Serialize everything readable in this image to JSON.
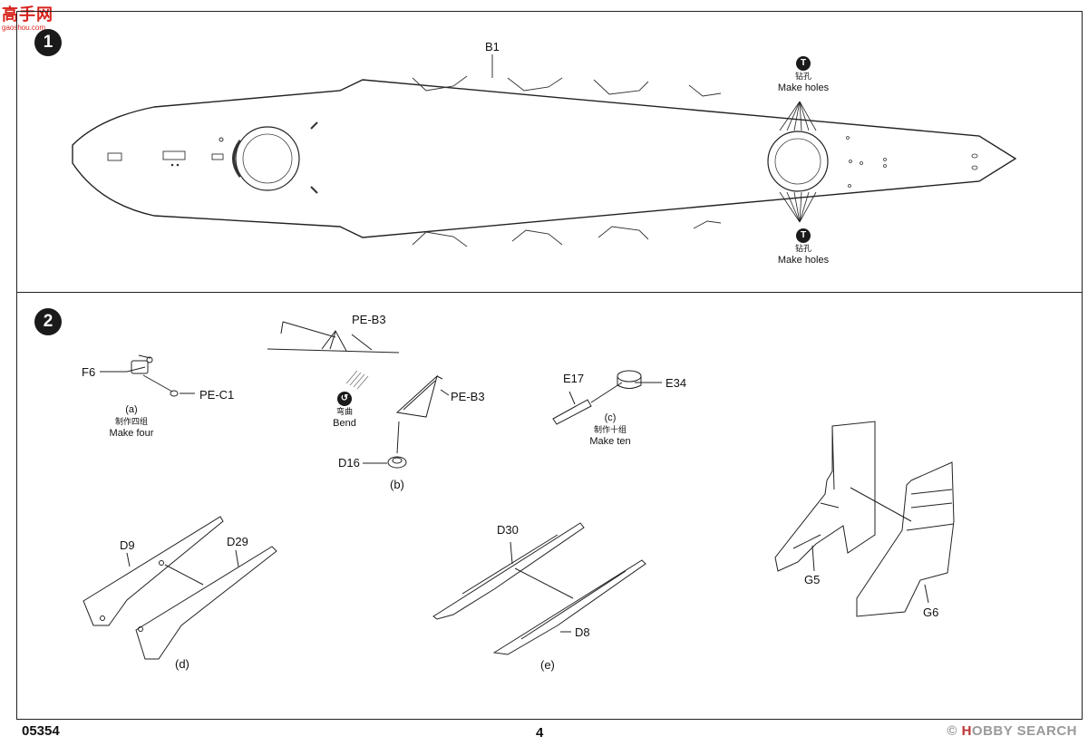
{
  "site_logo": {
    "text": "高手网",
    "url": "gaoshou.com"
  },
  "step1": {
    "number": "1",
    "part_deck": "B1",
    "holes_top": {
      "icon": "T",
      "cn": "钻孔",
      "en": "Make holes"
    },
    "holes_bottom": {
      "icon": "T",
      "cn": "钻孔",
      "en": "Make holes"
    }
  },
  "step2": {
    "number": "2",
    "sub_a": {
      "label": "(a)",
      "cn": "制作四组",
      "en": "Make four",
      "part1": "F6",
      "part2": "PE-C1"
    },
    "sub_b": {
      "label": "(b)",
      "part_pe_top": "PE-B3",
      "part_pe": "PE-B3",
      "part_base": "D16",
      "bend_icon": "↺",
      "bend_cn": "弯曲",
      "bend_en": "Bend"
    },
    "sub_c": {
      "label": "(c)",
      "cn": "制作十组",
      "en": "Make ten",
      "part1": "E17",
      "part2": "E34"
    },
    "sub_d": {
      "label": "(d)",
      "part1": "D9",
      "part2": "D29"
    },
    "sub_e": {
      "label": "(e)",
      "part1": "D30",
      "part2": "D8"
    },
    "sub_g": {
      "part1": "G5",
      "part2": "G6"
    }
  },
  "footer": {
    "code": "05354",
    "page": "4"
  },
  "watermark": {
    "brand_a": "H",
    "brand_b": "OBBY SEARCH",
    "symbol": "©"
  }
}
